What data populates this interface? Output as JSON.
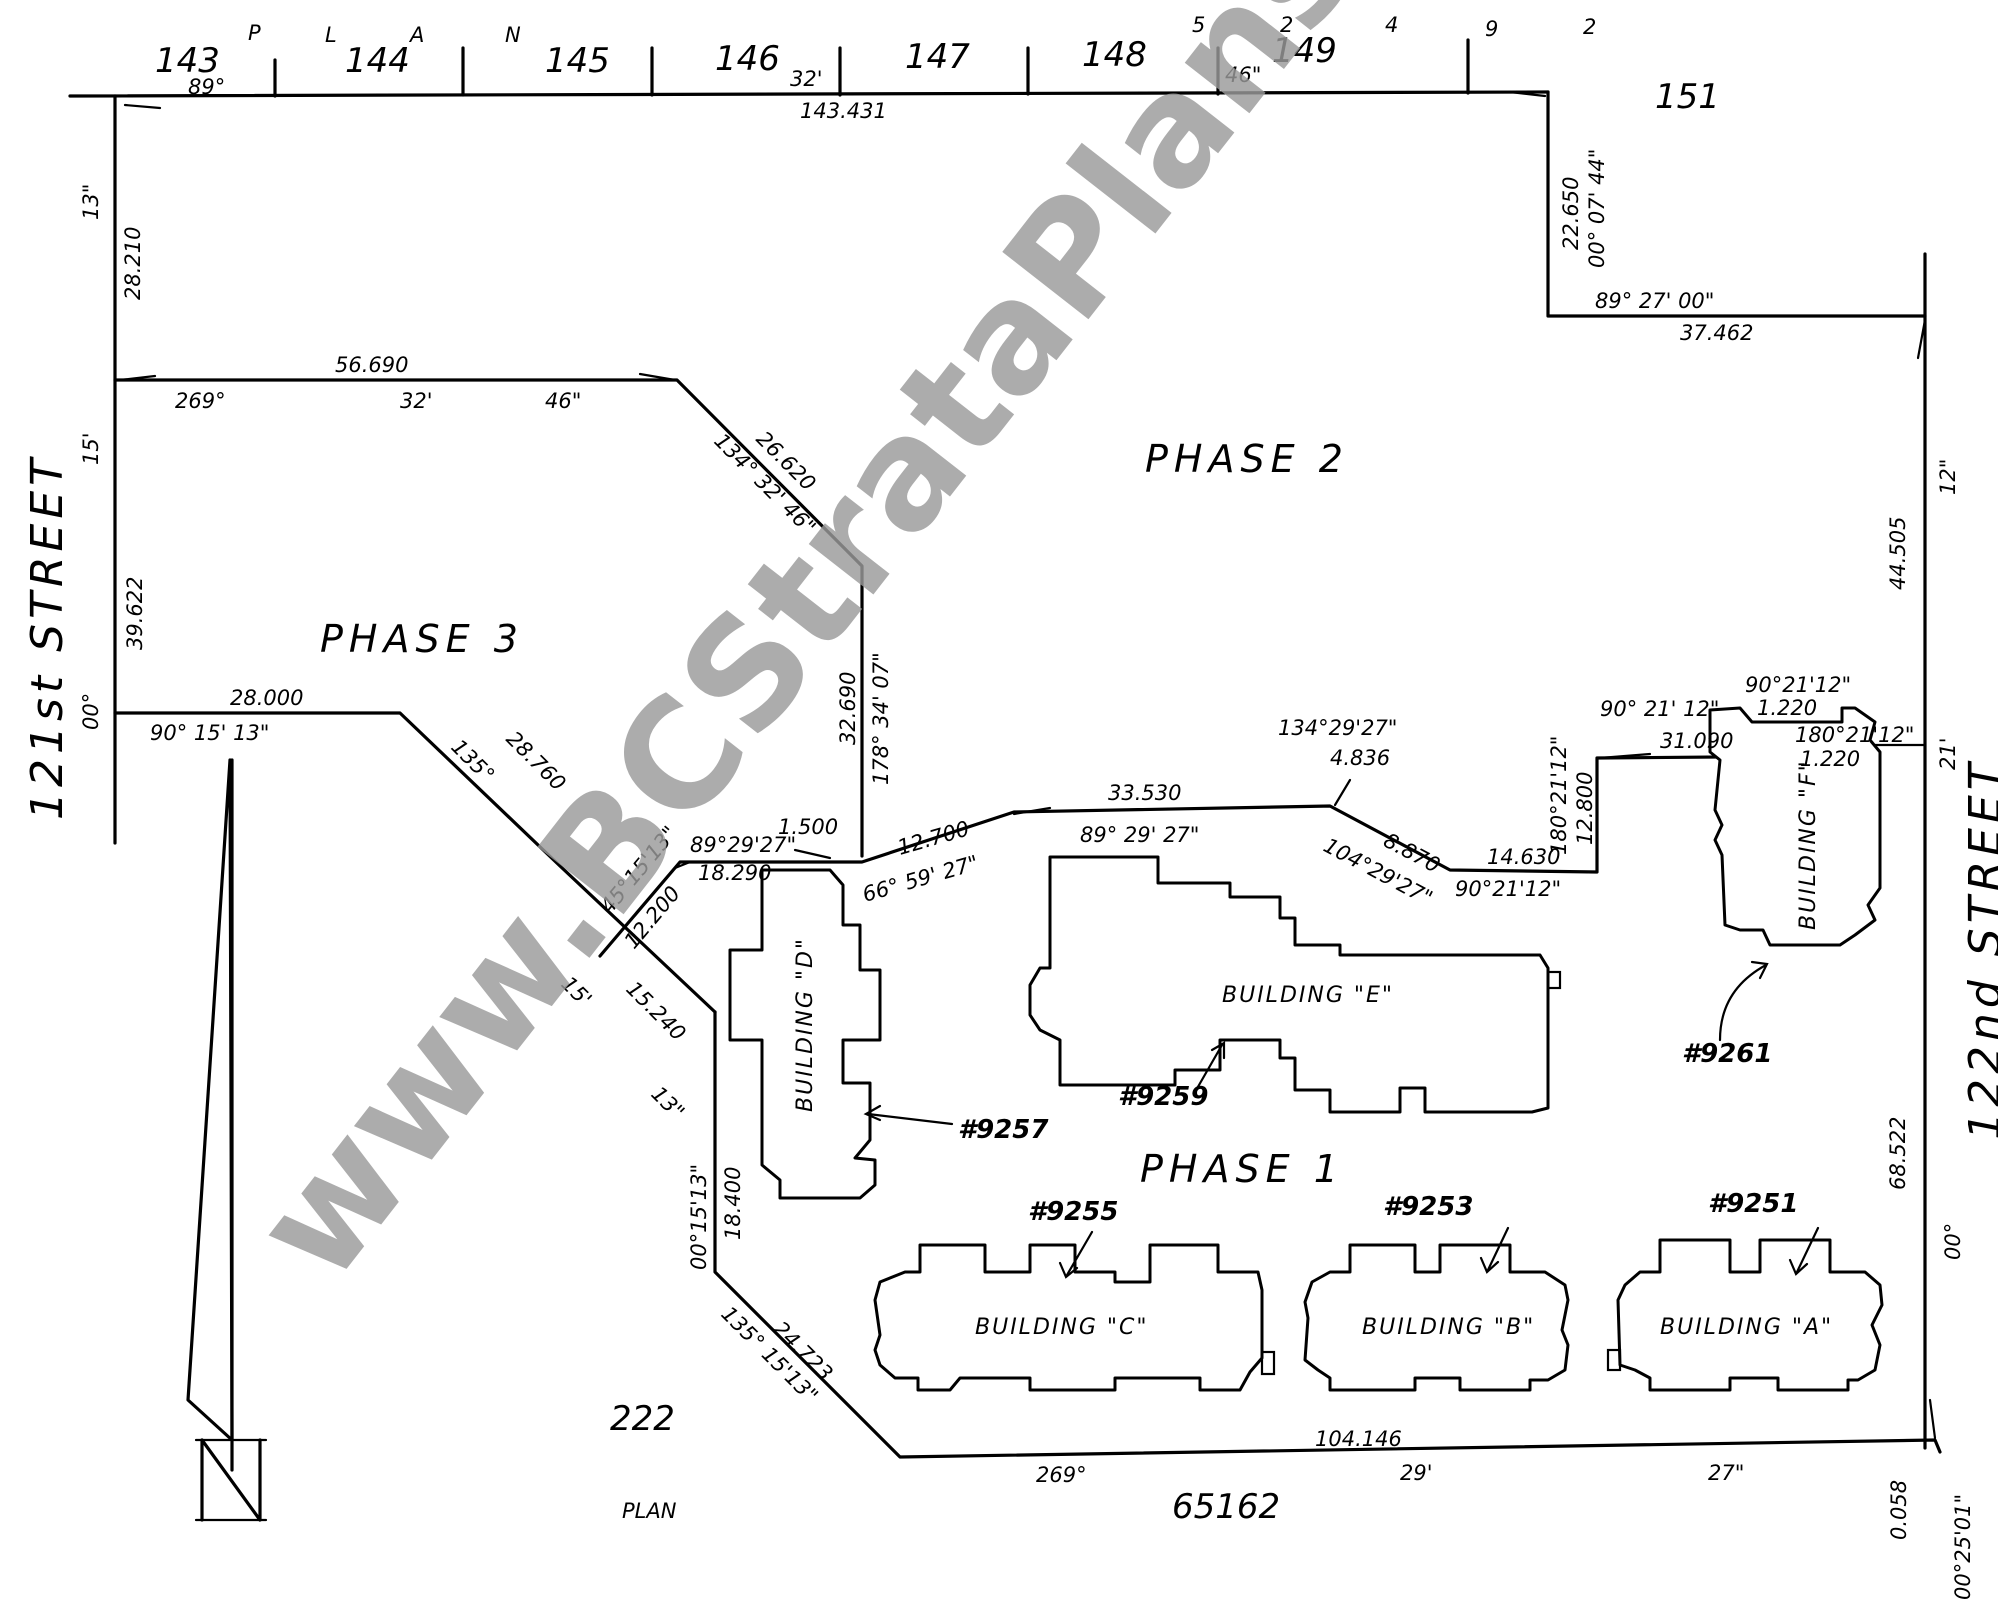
{
  "watermark": "www.BCStrataPlans.com",
  "streets": {
    "west": "121st STREET",
    "east": "122nd STREET"
  },
  "phases": {
    "p1": "PHASE 1",
    "p2": "PHASE 2",
    "p3": "PHASE 3"
  },
  "top_lots": {
    "l143": "143",
    "l144": "144",
    "l145": "145",
    "l146": "146",
    "l147": "147",
    "l148": "148",
    "l149": "149",
    "l151": "151",
    "plan_letters": [
      "P",
      "L",
      "A",
      "N",
      "5",
      "2",
      "4",
      "9",
      "2"
    ]
  },
  "bottom": {
    "lot": "222",
    "plan_word": "PLAN",
    "plan_no": "65162"
  },
  "buildings": {
    "a": "BUILDING \"A\"",
    "b": "BUILDING \"B\"",
    "c": "BUILDING \"C\"",
    "d": "BUILDING \"D\"",
    "e": "BUILDING \"E\"",
    "f": "BUILDING \"F\""
  },
  "civic": {
    "c9251": "#9251",
    "c9253": "#9253",
    "c9255": "#9255",
    "c9257": "#9257",
    "c9259": "#9259",
    "c9261": "#9261"
  },
  "dims": {
    "north_len": "143.431",
    "north_ang_a": "89°",
    "north_ang_b": "32'",
    "north_ang_c": "46\"",
    "ne_len": "22.650",
    "ne_brg": "00° 07' 44\"",
    "step_brg": "89°  27'  00\"",
    "step_len": "37.462",
    "east_upper_len": "44.505",
    "east_12": "12\"",
    "east_21": "21'",
    "east_lower_len": "68.522",
    "east_00": "00°",
    "se_len": "0.058",
    "se_brg": "00°25'01\"",
    "south_len": "104.146",
    "south_a": "269°",
    "south_b": "29'",
    "south_c": "27\"",
    "sw_diag_len": "24.723",
    "sw_diag_brg": "135° 15'13\"",
    "west_seg_len": "18.400",
    "west_seg_brg": "00°15'13\"",
    "diag_len": "28.760",
    "diag_135": "135°",
    "diag_15": "15'",
    "diag_13": "13\"",
    "diag_15240": "15.240",
    "p3_bot_len": "28.000",
    "p3_bot_brg": "90°  15'  13\"",
    "west_len_a": "28.210",
    "west_len_b": "39.622",
    "west_13": "13\"",
    "west_15": "15'",
    "west_00": "00°",
    "p3_top_len": "56.690",
    "p3_top_a": "269°",
    "p3_top_b": "32'",
    "p3_top_c": "46\"",
    "p3_diag_len": "26.620",
    "p3_diag_brg": "134° 32' 46\"",
    "p3_east_len": "32.690",
    "p3_east_brg": "178° 34' 07\"",
    "small_1500": "1.500",
    "small_12200": "12.200",
    "bend_brg": "45°15'13\"",
    "bend_ang": "89°29'27\"",
    "bend_len": "18.290",
    "seg_12700": "12.700",
    "seg_66": "66° 59' 27\"",
    "seg_33530": "33.530",
    "seg_89": "89°   29'   27\"",
    "ang_134": "134°29'27\"",
    "seg_4836": "4.836",
    "seg_8870": "8.870",
    "ang_104": "104°29'27\"",
    "seg_14630": "14.630",
    "ang_90a": "90°21'12\"",
    "ang_180a": "180°21'12\"",
    "seg_12800": "12.800",
    "ang_90b": "90° 21' 12\"",
    "seg_31090": "31.090",
    "ang_90c": "90°21'12\"",
    "seg_1220a": "1.220",
    "ang_180b": "180°21'12\"",
    "seg_1220b": "1.220"
  }
}
